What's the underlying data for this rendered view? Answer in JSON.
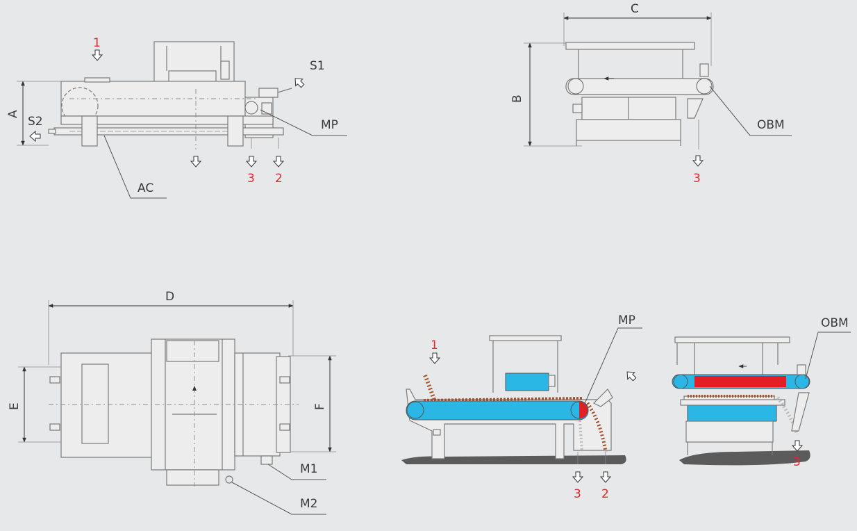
{
  "colors": {
    "background": "#e7e8ea",
    "label_red": "#e3262b",
    "belt_blue": "#2ab7e6",
    "magnet_red": "#e31e24",
    "material_brown": "#a0522d",
    "ground": "#5b5b5b"
  },
  "side_view": {
    "dim_a": "A",
    "label_s1": "S1",
    "label_s2": "S2",
    "label_mp": "MP",
    "label_ac": "AC",
    "label_in": "1",
    "label_out_3": "3",
    "label_out_2": "2"
  },
  "end_view": {
    "dim_b": "B",
    "dim_c": "C",
    "label_obm": "OBM",
    "label_out_3": "3"
  },
  "top_view": {
    "dim_d": "D",
    "dim_e": "E",
    "dim_f": "F",
    "label_m1": "M1",
    "label_m2": "M2"
  },
  "process_side": {
    "label_in": "1",
    "label_mp": "MP",
    "label_out_3": "3",
    "label_out_2": "2"
  },
  "process_end": {
    "label_obm": "OBM",
    "label_out_3": "3"
  }
}
